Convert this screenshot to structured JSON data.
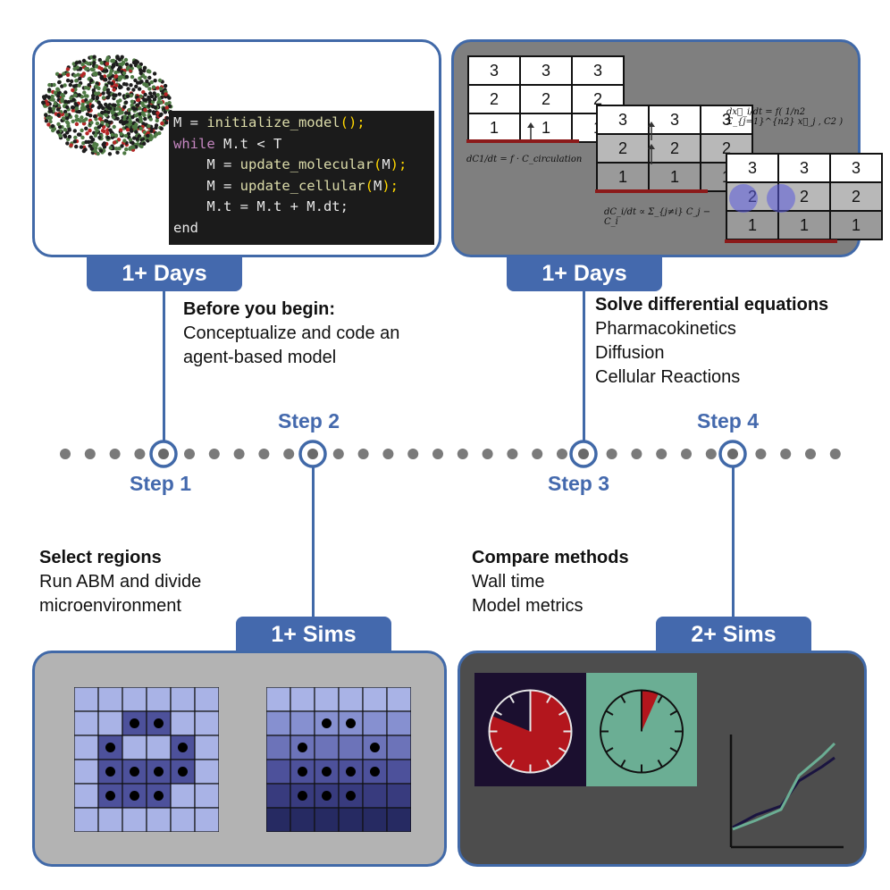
{
  "code_lines": [
    {
      "parts": [
        {
          "t": "M = ",
          "c": ""
        },
        {
          "t": "initialize_model",
          "c": "fn"
        },
        {
          "t": "();",
          "c": "pn"
        }
      ]
    },
    {
      "parts": [
        {
          "t": "while",
          "c": "kw"
        },
        {
          "t": " M.t < T",
          "c": ""
        }
      ]
    },
    {
      "parts": [
        {
          "t": "    M = ",
          "c": ""
        },
        {
          "t": "update_molecular",
          "c": "fn"
        },
        {
          "t": "(",
          "c": "pn"
        },
        {
          "t": "M",
          "c": ""
        },
        {
          "t": ");",
          "c": "pn"
        }
      ]
    },
    {
      "parts": [
        {
          "t": "    M = ",
          "c": ""
        },
        {
          "t": "update_cellular",
          "c": "fn"
        },
        {
          "t": "(",
          "c": "pn"
        },
        {
          "t": "M",
          "c": ""
        },
        {
          "t": ");",
          "c": "pn"
        }
      ]
    },
    {
      "parts": [
        {
          "t": "    M.t = M.t + M.dt;",
          "c": ""
        }
      ]
    },
    {
      "parts": [
        {
          "t": "end",
          "c": ""
        }
      ]
    }
  ],
  "badges": {
    "b1": "1+ Days",
    "b2": "1+ Days",
    "b3": "1+ Sims",
    "b4": "2+ Sims"
  },
  "steps": {
    "s1": "Step 1",
    "s2": "Step 2",
    "s3": "Step 3",
    "s4": "Step 4"
  },
  "text1": {
    "heading": "Before you begin:",
    "lines": [
      "Conceptualize and code an",
      "agent-based model"
    ]
  },
  "text2": {
    "heading": "Solve differential equations",
    "lines": [
      "Pharmacokinetics",
      "Diffusion",
      "Cellular Reactions"
    ]
  },
  "text3": {
    "heading": "Select regions",
    "lines": [
      "Run ABM and divide",
      "microenvironment"
    ]
  },
  "text4": {
    "heading": "Compare methods",
    "lines": [
      "Wall time",
      "Model metrics"
    ]
  },
  "grid1": [
    [
      "3",
      "3",
      "3"
    ],
    [
      "2",
      "2",
      "2"
    ],
    [
      "1",
      "1",
      "1"
    ]
  ],
  "grid2": [
    [
      "3",
      "3",
      "3"
    ],
    [
      "2",
      "2",
      "2"
    ],
    [
      "1",
      "1",
      "1"
    ]
  ],
  "grid3": [
    [
      "3",
      "3",
      "3"
    ],
    [
      "2",
      "2",
      "2"
    ],
    [
      "1",
      "1",
      "1"
    ]
  ],
  "eq1": "dC1/dt = f · C_circulation",
  "eq2": "dC_i/dt ∝ Σ_{j≠i} C_j − C_i",
  "eq3": "dx⃗_i/dt = f( 1/n2 Σ_{j=1}^{n2} x⃗_j , C2 )",
  "colors": {
    "accent": "#4469ad",
    "panel_gray": "#808080",
    "panel_light": "#b3b3b3",
    "panel_dark": "#4d4d4d",
    "clock_bg_dark": "#1b0f2f",
    "clock_bg_green": "#6bae94",
    "clock_red": "#b3161d",
    "dot_gray": "#7a7a7a"
  }
}
